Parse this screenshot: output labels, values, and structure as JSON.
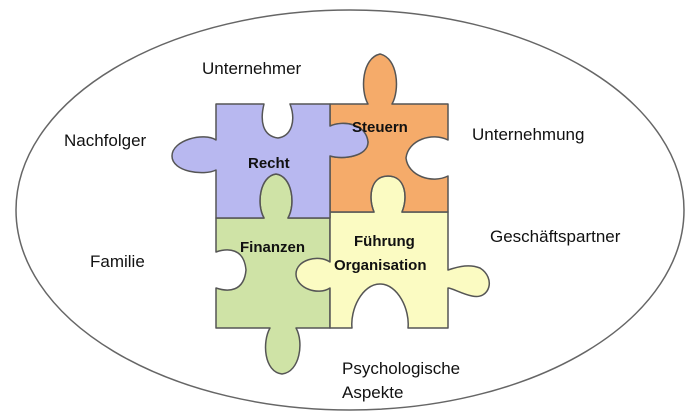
{
  "colors": {
    "ellipse_stroke": "#666666",
    "recht_fill": "#b8b8f0",
    "steuern_fill": "#f5ab6a",
    "finanzen_fill": "#cfe3a6",
    "fuehrung_fill": "#fbfbc2",
    "piece_stroke": "#555555"
  },
  "pieces": {
    "recht": "Recht",
    "steuern": "Steuern",
    "finanzen": "Finanzen",
    "fuehrung_line1": "Führung",
    "fuehrung_line2": "Organisation"
  },
  "surrounding": {
    "unternehmer": "Unternehmer",
    "nachfolger": "Nachfolger",
    "unternehmung": "Unternehmung",
    "geschaeftspartner": "Geschäftspartner",
    "familie": "Familie",
    "psychologische_line1": "Psychologische",
    "psychologische_line2": "Aspekte"
  }
}
